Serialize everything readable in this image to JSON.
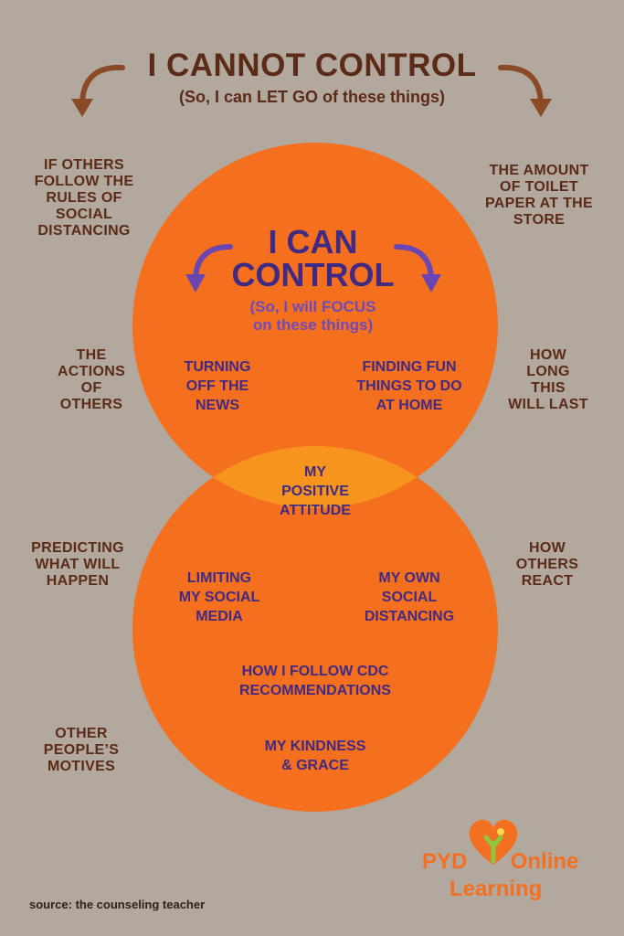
{
  "header": {
    "title": "I CANNOT CONTROL",
    "subtitle": "(So, I can LET GO of these things)"
  },
  "outer_items": {
    "left_1": "IF OTHERS\nFOLLOW THE\nRULES OF\nSOCIAL\nDISTANCING",
    "right_1": "THE AMOUNT\nOF TOILET\nPAPER AT THE\nSTORE",
    "left_2": "THE\nACTIONS\nOF\nOTHERS",
    "right_2": "HOW\nLONG\nTHIS\nWILL LAST",
    "left_3": "PREDICTING\nWHAT WILL\nHAPPEN",
    "right_3": "HOW\nOTHERS\nREACT",
    "left_4": "OTHER\nPEOPLE’S\nMOTIVES"
  },
  "inner": {
    "title": "I CAN\nCONTROL",
    "subtitle": "(So, I will FOCUS\non these things)",
    "item_1": "TURNING\nOFF THE\nNEWS",
    "item_2": "FINDING FUN\nTHINGS TO DO\nAT HOME",
    "overlap": "MY\nPOSITIVE\nATTITUDE",
    "item_3": "LIMITING\nMY SOCIAL\nMEDIA",
    "item_4": "MY OWN\nSOCIAL\nDISTANCING",
    "item_5": "HOW I FOLLOW CDC\nRECOMMENDATIONS",
    "item_6": "MY KINDNESS\n& GRACE"
  },
  "footer": {
    "source": "source: the counseling teacher",
    "logo_line1_a": "PYD",
    "logo_line1_b": "Online",
    "logo_line2": "Learning"
  },
  "colors": {
    "background": "#b3a89e",
    "brown": "#5b2b17",
    "purple": "#3f2a84",
    "circle_orange": "#f46f1e",
    "overlap_orange": "#f7941d",
    "logo_orange": "#f36f21",
    "logo_green": "#8dc63f"
  },
  "icons": [
    "curved-arrow-left-icon",
    "curved-arrow-right-icon",
    "heart-logo-icon"
  ]
}
